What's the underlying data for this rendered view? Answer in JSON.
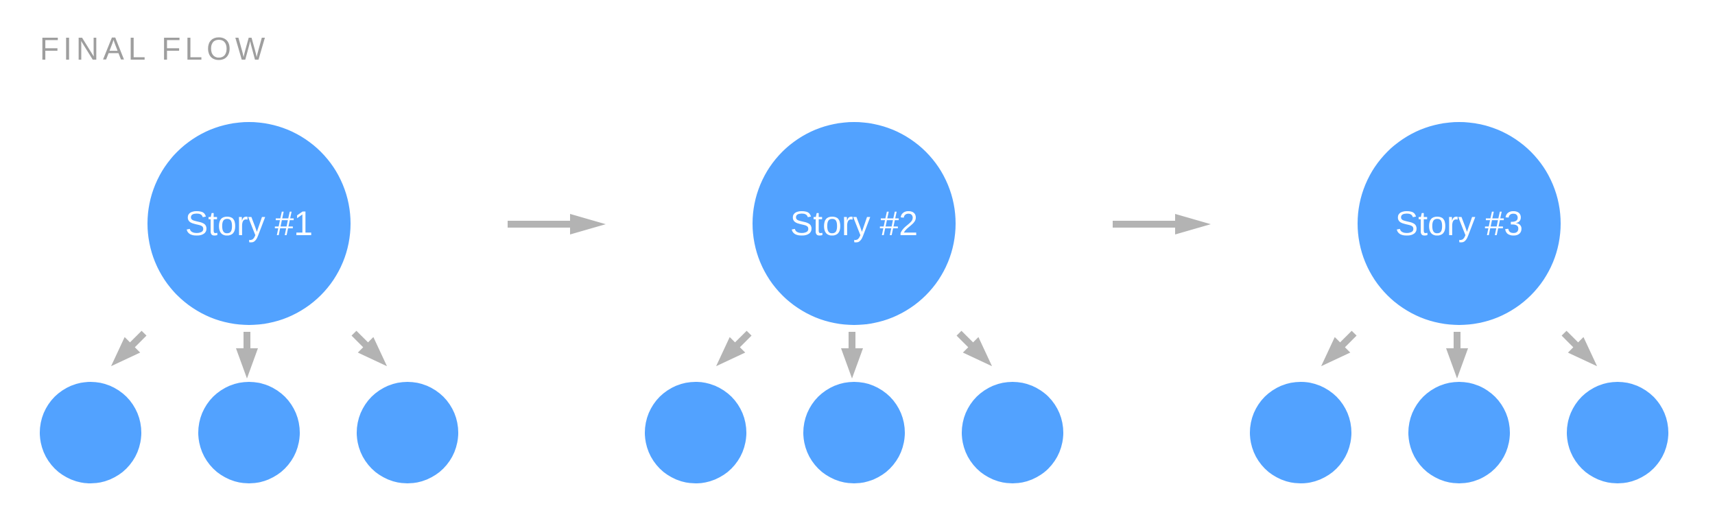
{
  "title": "FINAL FLOW",
  "colors": {
    "node": "#52a2ff",
    "arrow": "#b3b3b3",
    "title": "#9e9e9e",
    "label": "#ffffff"
  },
  "stories": [
    {
      "label": "Story #1",
      "child_count": 3
    },
    {
      "label": "Story #2",
      "child_count": 3
    },
    {
      "label": "Story #3",
      "child_count": 3
    }
  ],
  "connectors": [
    {
      "from": "Story #1",
      "to": "Story #2"
    },
    {
      "from": "Story #2",
      "to": "Story #3"
    }
  ]
}
